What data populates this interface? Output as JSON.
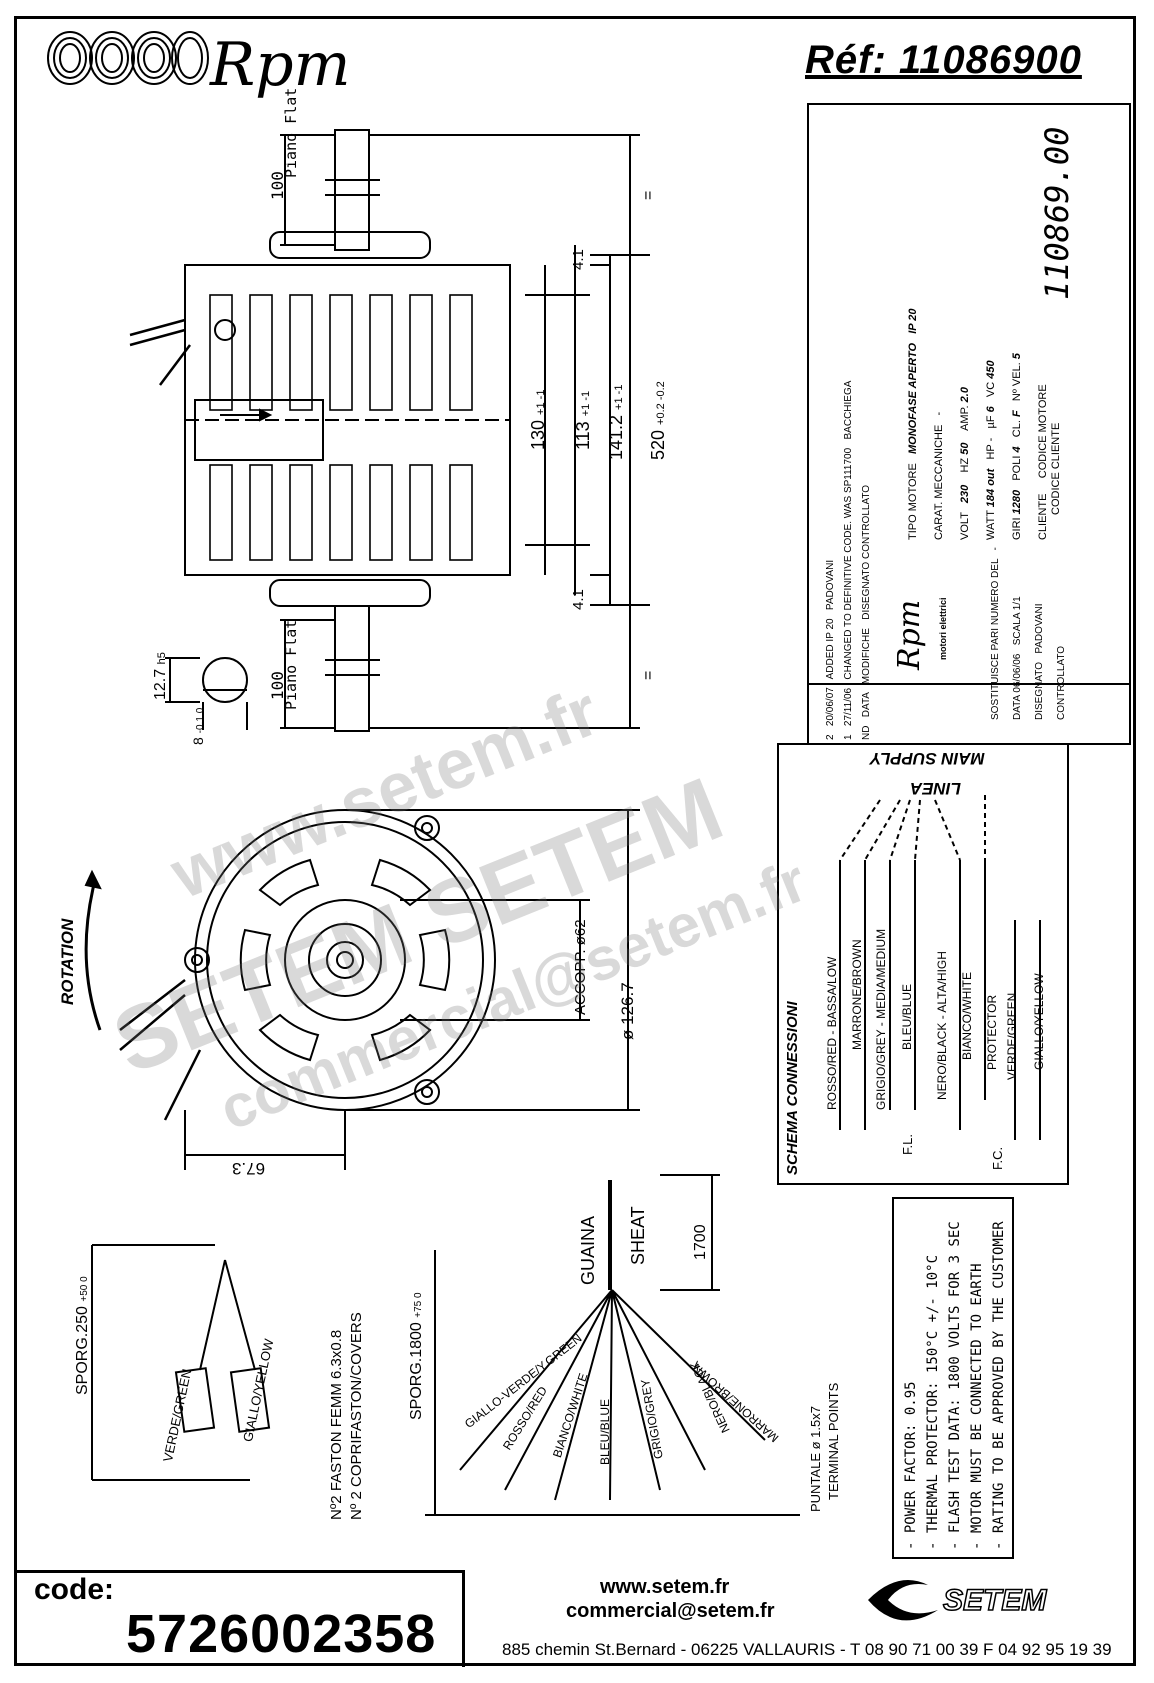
{
  "header": {
    "brand": "Rpm",
    "reference": "Réf:  11086900"
  },
  "drawing": {
    "flat_label": [
      "Piano",
      "Flat"
    ],
    "dim_100": "100",
    "dim_130": "130",
    "tol_130": "+1 -1",
    "dim_113": "113",
    "tol_113": "+1 -1",
    "dim_141": "141.2",
    "tol_141": "+1 -1",
    "dim_520": "520",
    "tol_520": "+0.2 -0.2",
    "dim_41": "4.1",
    "dim_eq": "=",
    "shaft_dia": "12.7",
    "shaft_tol": "h5",
    "dim_8": "8",
    "tol_8": "-0.1 0",
    "rotation": "ROTATION",
    "accopp": "ACCOPP. ø62",
    "dia_126": "ø 126.7",
    "dim_67": "67.3"
  },
  "title_block": {
    "revisions": [
      {
        "n": "2",
        "date": "20/06/07",
        "text": "ADDED IP 20",
        "by": "PADOVANI"
      },
      {
        "n": "1",
        "date": "27/11/06",
        "text": "CHANGED TO DEFINITIVE CODE. WAS SP111700",
        "by": "BACCHIEGA"
      },
      {
        "n": "ND",
        "date": "DATA",
        "text": "MODIFICHE",
        "by": "DISEGNATO CONTROLLATO"
      }
    ],
    "company_sub": "motori elettrici",
    "tipo_motore_label": "TIPO MOTORE",
    "tipo_motore": "MONOFASE APERTO",
    "ip": "IP 20",
    "carat_label": "CARAT. MECCANICHE",
    "carat": "-",
    "volt_label": "VOLT",
    "volt": "230",
    "hz_label": "HZ",
    "hz": "50",
    "amp_label": "AMP.",
    "amp": "2.0",
    "watt_label": "WATT",
    "watt": "184 out",
    "hp_label": "HP",
    "hp": "-",
    "uf_label": "µF",
    "uf": "6",
    "vc_label": "VC",
    "vc": "450",
    "giri_label": "GIRI",
    "giri": "1280",
    "poli_label": "POLI",
    "poli": "4",
    "cl_label": "CL.",
    "cl": "F",
    "vel_label": "Nº VEL.",
    "vel": "5",
    "cliente_label": "CLIENTE",
    "codice_motore_label": "CODICE MOTORE",
    "codice_motore": "110869.00",
    "codice_cliente_label": "CODICE CLIENTE",
    "sostituisce": "SOSTITUISCE PARI NUMERO DEL",
    "sostituisce_val": "-",
    "data_label": "DATA",
    "data": "06/06/06",
    "scala_label": "SCALA",
    "scala": "1/1",
    "disegnato_label": "DISEGNATO",
    "disegnato": "PADOVANI",
    "controllato_label": "CONTROLLATO"
  },
  "schema": {
    "title": "SCHEMA CONNESSIONI",
    "main_supply": "MAIN SUPPLY",
    "linea": "LINEA",
    "wires": [
      "ROSSO/RED - BASSA/LOW",
      "MARRONE/BROWN",
      "GRIGIO/GREY - MEDIA/MEDIUM",
      "BLEU/BLUE",
      "NERO/BLACK - ALTA/HIGH",
      "BIANCO/WHITE",
      "PROTECTOR",
      "VERDE/GREEN",
      "GIALLO/YELLOW"
    ],
    "fl": "F.L.",
    "fc": "F.C."
  },
  "cable": {
    "guaina": "GUAINA",
    "sheat": "SHEAT",
    "len": "1700",
    "sporg1800": "SPORG.1800",
    "sporg1800_tol": "+75 0",
    "wires": [
      "GIALLO-VERDE/Y.GREEN",
      "ROSSO/RED",
      "BIANCO/WHITE",
      "BLEU/BLUE",
      "GRIGIO/GREY",
      "NERO/BLACK",
      "MARRONE/BROWN"
    ],
    "puntale": "PUNTALE ø 1.5x7",
    "terminal": "TERMINAL POINTS"
  },
  "earth": {
    "sporg250": "SPORG.250",
    "sporg250_tol": "+50 0",
    "verde": "VERDE/GREEN",
    "giallo": "GIALLO/YELLOW",
    "faston": "Nº2 FASTON FEMM 6.3x0.8",
    "covers": "Nº 2 COPRIFASTON/COVERS"
  },
  "notes": [
    "- POWER FACTOR: 0.95",
    "- THERMAL PROTECTOR: 150°C +/- 10°C",
    "- FLASH TEST DATA: 1800 VOLTS FOR 3 SEC",
    "- MOTOR MUST BE CONNECTED TO EARTH",
    "- RATING TO BE APPROVED BY THE CUSTOMER"
  ],
  "footer": {
    "code_label": "code:",
    "code": "5726002358",
    "web": "www.setem.fr",
    "email": "commercial@setem.fr",
    "address": "885 chemin St.Bernard  -  06225 VALLAURIS  -  T 08 90 71 00 39  F 04 92 95 19 39",
    "setem_logo": "SETEM"
  },
  "watermark": {
    "line1": "www.setem.fr",
    "line2": "SETEM SETEM",
    "line3": "commercial@setem.fr"
  }
}
